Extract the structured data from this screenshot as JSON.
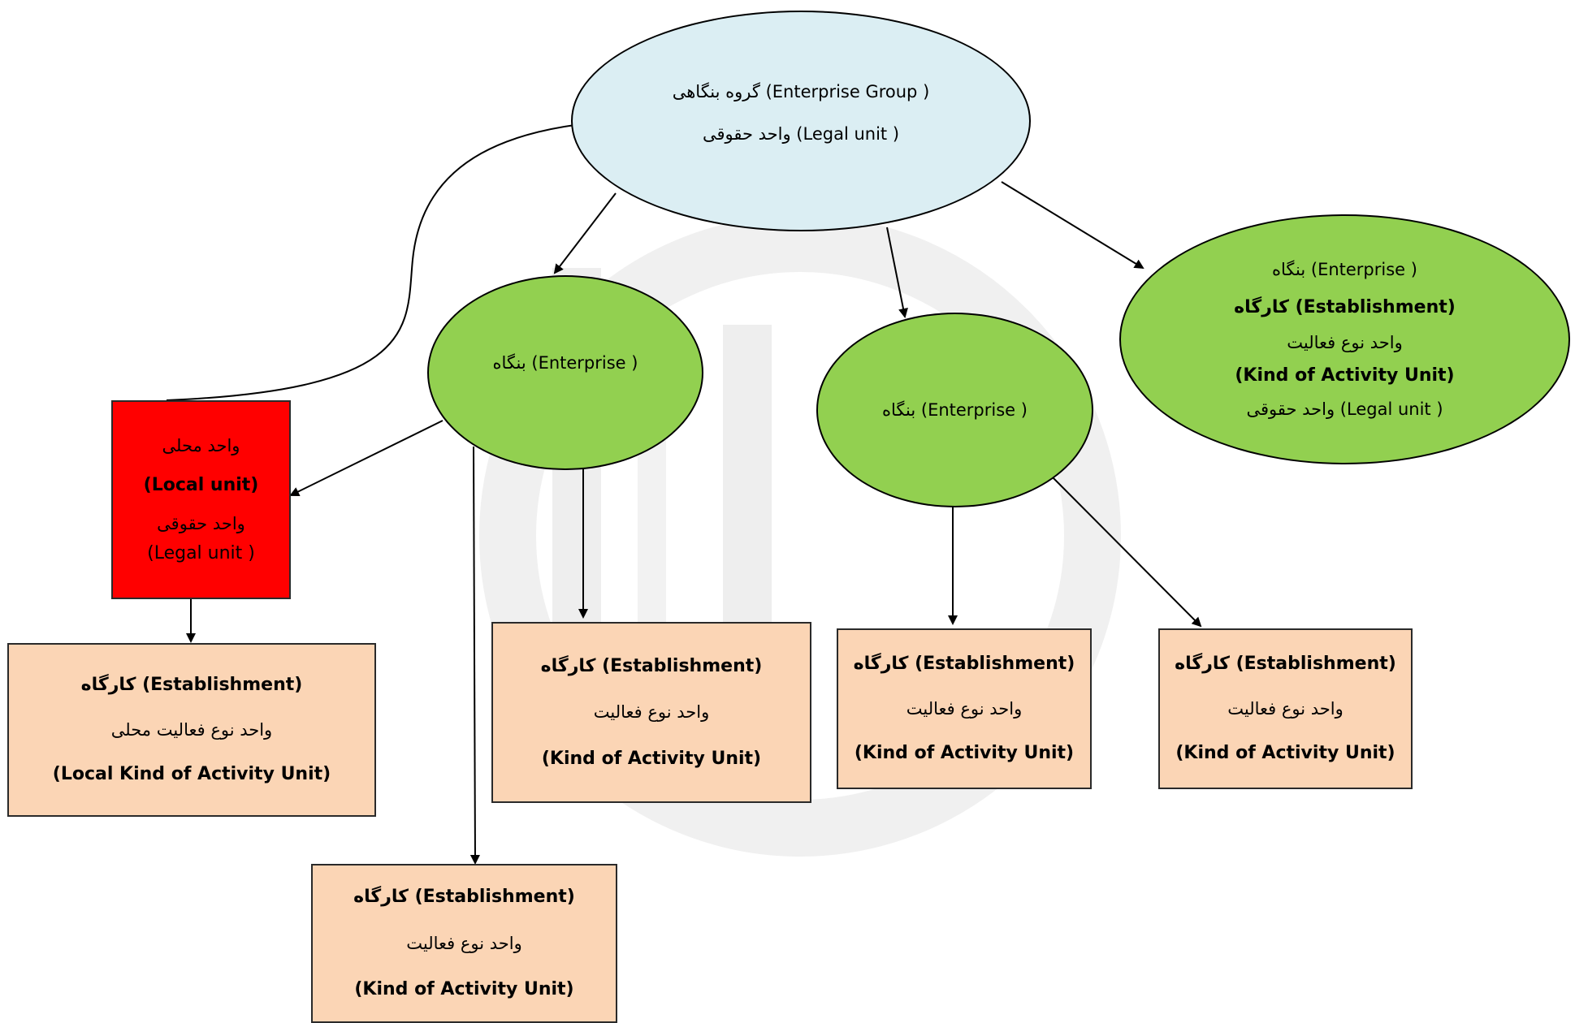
{
  "colors": {
    "top_fill": "#dbeef3",
    "enterprise_fill": "#92d050",
    "local_fill": "#ff0000",
    "establishment_fill": "#fbd5b5",
    "stroke": "#000000",
    "watermark": "#ececec"
  },
  "nodes": {
    "group": {
      "line1": "گروه بنگاهی (Enterprise Group )",
      "line2": "واحد حقوقی (Legal unit )"
    },
    "enterprise_mid": {
      "line1": "بنگاه (Enterprise )"
    },
    "enterprise_right": {
      "line1": "بنگاه (Enterprise )"
    },
    "enterprise_far": {
      "line1": "بنگاه (Enterprise )",
      "line2": "کارگاه (Establishment)",
      "line3": "واحد نوع فعالیت",
      "line4": "(Kind of Activity Unit)",
      "line5": "واحد حقوقی (Legal unit )"
    },
    "local": {
      "line1": "واحد محلی",
      "line2": "(Local unit)",
      "line3": "واحد حقوقی",
      "line4": "(Legal unit )"
    },
    "est_local": {
      "line1": "کارگاه (Establishment)",
      "line2": "واحد نوع فعالیت محلی",
      "line3": "(Local Kind of Activity Unit)"
    },
    "est_mid": {
      "line1": "کارگاه (Establishment)",
      "line2": "واحد نوع فعالیت",
      "line3": "(Kind of Activity Unit)"
    },
    "est_bottom": {
      "line1": "کارگاه (Establishment)",
      "line2": "واحد نوع فعالیت",
      "line3": "(Kind of Activity Unit)"
    },
    "est_right1": {
      "line1": "کارگاه (Establishment)",
      "line2": "واحد نوع فعالیت",
      "line3": "(Kind of Activity Unit)"
    },
    "est_right2": {
      "line1": "کارگاه (Establishment)",
      "line2": "واحد نوع فعالیت",
      "line3": "(Kind of Activity Unit)"
    }
  }
}
